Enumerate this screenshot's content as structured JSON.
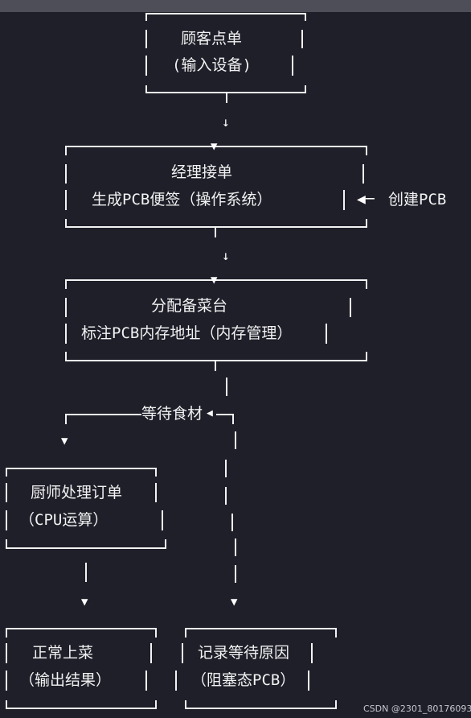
{
  "nodes": {
    "order": {
      "line1": "顾客点单",
      "line2": "(输入设备)"
    },
    "manager": {
      "line1": "经理接单",
      "line2": "生成PCB便签（操作系统）"
    },
    "assign": {
      "line1": "分配备菜台",
      "line2": "标注PCB内存地址（内存管理）"
    },
    "chef": {
      "line1": "厨师处理订单",
      "line2": "（CPU运算）"
    },
    "serve": {
      "line1": "正常上菜",
      "line2": "（输出结果）"
    },
    "record": {
      "line1": "记录等待原因",
      "line2": "（阻塞态PCB）"
    }
  },
  "labels": {
    "create_pcb": "创建PCB",
    "wait_ingredients": "等待食材"
  },
  "glyphs": {
    "down_small": "↓",
    "down_triangle": "▼",
    "left_arrow": "◀─",
    "left_triangle": "◀"
  },
  "watermark": "CSDN @2301_80176093",
  "colors": {
    "background": "#1e1f29",
    "line": "#f2f2f2",
    "topbar": "#4d4e58"
  }
}
